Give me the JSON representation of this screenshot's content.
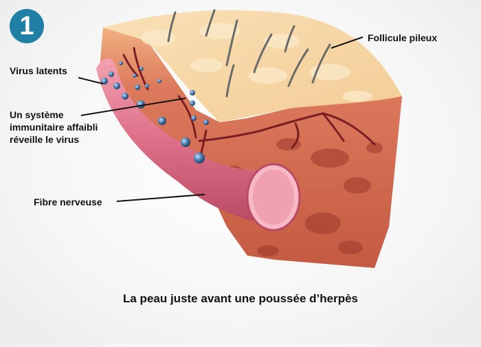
{
  "step_number": "1",
  "labels": {
    "follicle": "Follicule pileux",
    "latent_virus": "Virus latents",
    "immune_line1": "Un système",
    "immune_line2": "immunitaire affaibli",
    "immune_line3": "réveille le virus",
    "nerve_fiber": "Fibre nerveuse"
  },
  "caption": "La peau juste avant une poussée d’herpès",
  "colors": {
    "badge": "#1f7fa5",
    "epidermis": "#f6d7a6",
    "dermis": "#b34a3a",
    "nerve": "#d96a84",
    "virus": "#4b7fb0",
    "hair": "#6a6a6a"
  },
  "icons": [
    "hair-follicle-icon",
    "virus-particle-icon",
    "nerve-fiber-icon"
  ]
}
